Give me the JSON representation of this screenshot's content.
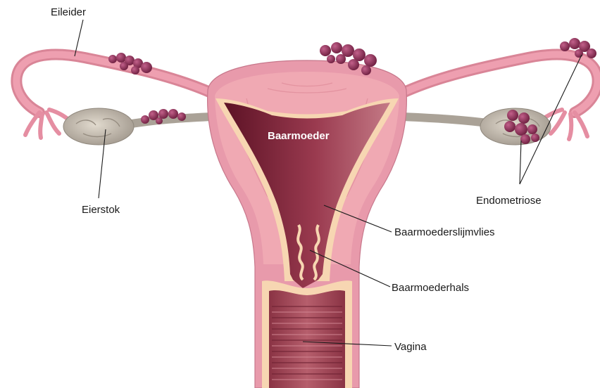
{
  "labels": {
    "fallopian_tube": "Eileider",
    "ovary": "Eierstok",
    "uterus": "Baarmoeder",
    "endometrium": "Baarmoederslijmvlies",
    "cervix": "Baarmoederhals",
    "vagina": "Vagina",
    "endometriosis": "Endometriose"
  },
  "colors": {
    "tissue": "#e99aab",
    "tissue_dark": "#c8697f",
    "muscle": "#f0a9b3",
    "lining": "#f6d2a8",
    "cavity": "#7e2338",
    "ovary": "#b9b0a4",
    "endometriosis": "#8a2f55"
  }
}
